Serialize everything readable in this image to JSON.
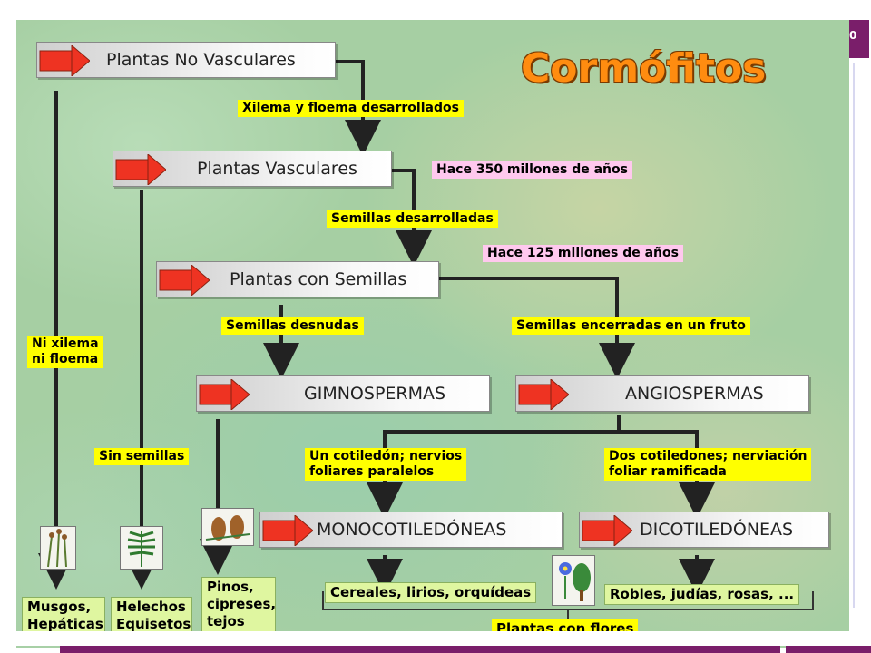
{
  "slide": {
    "number": "0"
  },
  "title": "Cormófitos",
  "nodes": {
    "no_vasculares": "Plantas No Vasculares",
    "vasculares": "Plantas Vasculares",
    "con_semillas": "Plantas con Semillas",
    "gimnospermas": "GIMNOSPERMAS",
    "angiospermas": "ANGIOSPERMAS",
    "monocotiledoneas": "MONOCOTILEDÓNEAS",
    "dicotiledoneas": "DICOTILEDÓNEAS"
  },
  "labels": {
    "xilema_floema": "Xilema y floema desarrollados",
    "hace_350": "Hace 350 millones de años",
    "semillas_desarrolladas": "Semillas desarrolladas",
    "hace_125": "Hace 125 millones de años",
    "semillas_desnudas": "Semillas desnudas",
    "semillas_encerradas": "Semillas encerradas en un fruto",
    "ni_xilema": "Ni xilema\nni floema",
    "sin_semillas": "Sin semillas",
    "un_cotiledon": "Un cotiledón; nervios\nfoliares paralelos",
    "dos_cotiledones": "Dos cotiledones; nerviación\nfoliar ramificada"
  },
  "examples": {
    "musgos": "Musgos,\nHepáticas",
    "helechos": "Helechos\nEquisetos",
    "pinos": "Pinos,\ncipreses,\ntejos",
    "cereales": "Cereales, lirios, orquídeas",
    "robles": "Robles, judías, rosas, ...",
    "plantas_flores": "Plantas con flores"
  },
  "colors": {
    "accent": "#7a1e6a",
    "title": "#ff8c10",
    "tag_yellow": "#ffff00",
    "tag_pink": "#ffc8ee",
    "tag_green": "#dff6a0",
    "arrow_red": "#ee3322"
  }
}
